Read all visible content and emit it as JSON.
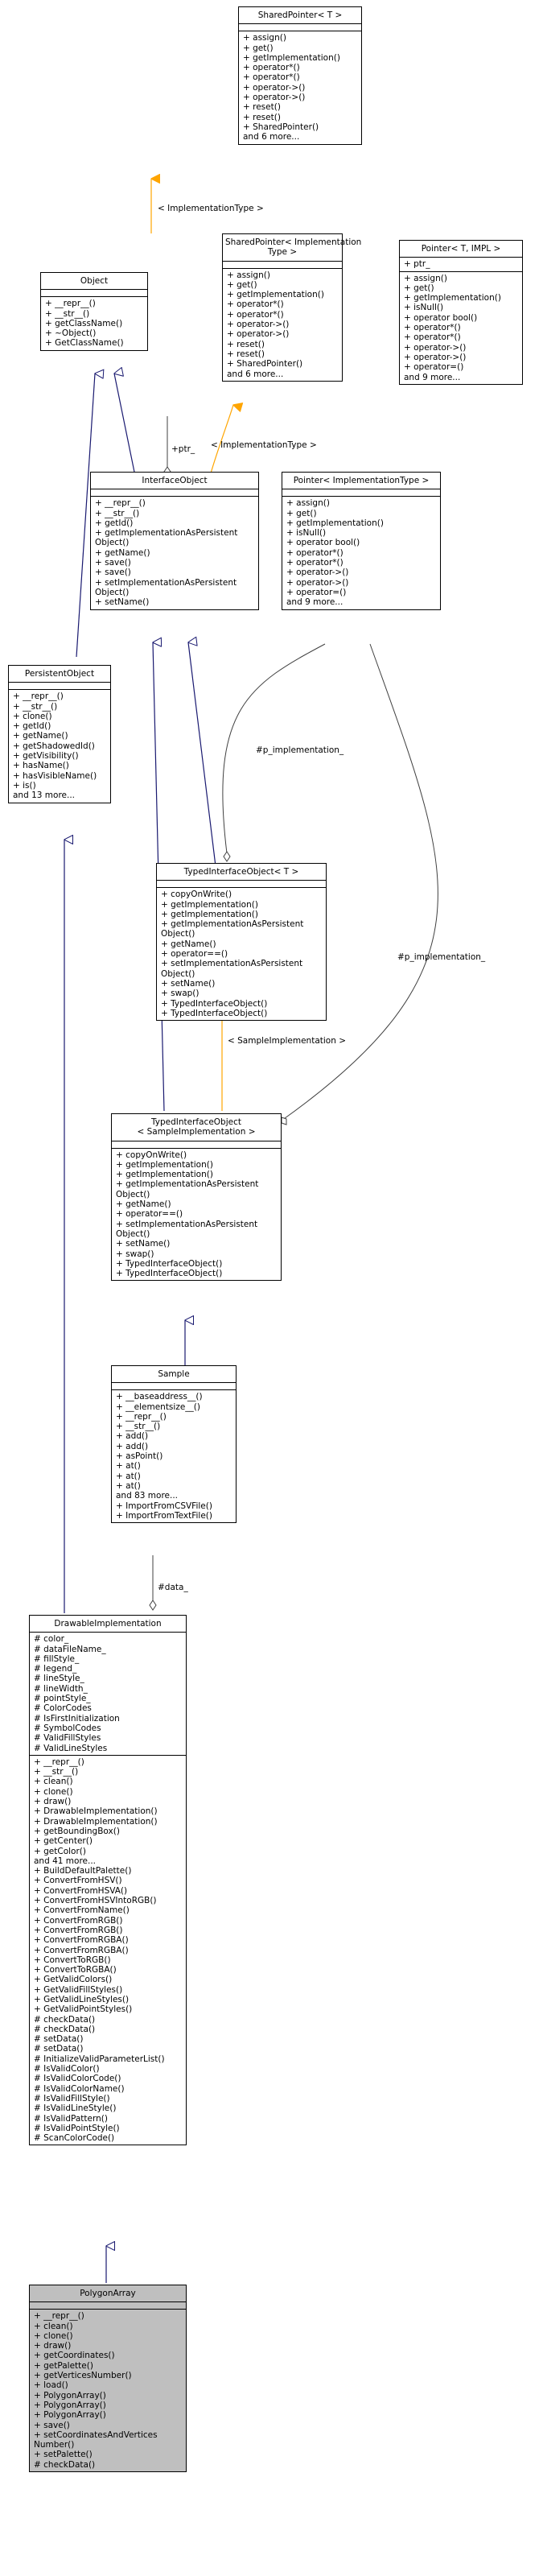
{
  "classes": {
    "shared_pointer_t": {
      "title": [
        "SharedPointer< T >"
      ],
      "attributes": [],
      "methods": [
        "+ assign()",
        "+ get()",
        "+ getImplementation()",
        "+ operator*()",
        "+ operator*()",
        "+ operator->()",
        "+ operator->()",
        "+ reset()",
        "+ reset()",
        "+ SharedPointer()",
        "and 6 more..."
      ]
    },
    "shared_pointer_impl": {
      "title": [
        "SharedPointer< Implementation",
        "Type >"
      ],
      "attributes": [],
      "methods": [
        "+ assign()",
        "+ get()",
        "+ getImplementation()",
        "+ operator*()",
        "+ operator*()",
        "+ operator->()",
        "+ operator->()",
        "+ reset()",
        "+ reset()",
        "+ SharedPointer()",
        "and 6 more..."
      ]
    },
    "pointer_t_impl": {
      "title": [
        "Pointer< T, IMPL >"
      ],
      "attributes": [
        "+ ptr_"
      ],
      "methods": [
        "+ assign()",
        "+ get()",
        "+ getImplementation()",
        "+ isNull()",
        "+ operator bool()",
        "+ operator*()",
        "+ operator*()",
        "+ operator->()",
        "+ operator->()",
        "+ operator=()",
        "and 9 more..."
      ]
    },
    "object": {
      "title": [
        "Object"
      ],
      "attributes": [],
      "methods": [
        "+ __repr__()",
        "+ __str__()",
        "+ getClassName()",
        "+ ~Object()",
        "+ GetClassName()"
      ]
    },
    "interface_object": {
      "title": [
        "InterfaceObject"
      ],
      "attributes": [],
      "methods": [
        "+ __repr__()",
        "+ __str__()",
        "+ getId()",
        "+ getImplementationAsPersistent Object()",
        "+ getName()",
        "+ save()",
        "+ save()",
        "+ setImplementationAsPersistent Object()",
        "+ setName()"
      ]
    },
    "pointer_impl_type": {
      "title": [
        "Pointer< ImplementationType >"
      ],
      "attributes": [],
      "methods": [
        "+ assign()",
        "+ get()",
        "+ getImplementation()",
        "+ isNull()",
        "+ operator bool()",
        "+ operator*()",
        "+ operator*()",
        "+ operator->()",
        "+ operator->()",
        "+ operator=()",
        "and 9 more..."
      ]
    },
    "persistent_object": {
      "title": [
        "PersistentObject"
      ],
      "attributes": [],
      "methods": [
        "+ __repr__()",
        "+ __str__()",
        "+ clone()",
        "+ getId()",
        "+ getName()",
        "+ getShadowedId()",
        "+ getVisibility()",
        "+ hasName()",
        "+ hasVisibleName()",
        "+ is()",
        "and 13 more..."
      ]
    },
    "typed_interface_object_t": {
      "title": [
        "TypedInterfaceObject< T >"
      ],
      "attributes": [],
      "methods": [
        "+ copyOnWrite()",
        "+ getImplementation()",
        "+ getImplementation()",
        "+ getImplementationAsPersistent Object()",
        "+ getName()",
        "+ operator==()",
        "+ setImplementationAsPersistent Object()",
        "+ setName()",
        "+ swap()",
        "+ TypedInterfaceObject()",
        "+ TypedInterfaceObject()"
      ]
    },
    "typed_interface_object_sample": {
      "title": [
        "TypedInterfaceObject",
        "< SampleImplementation >"
      ],
      "attributes": [],
      "methods": [
        "+ copyOnWrite()",
        "+ getImplementation()",
        "+ getImplementation()",
        "+ getImplementationAsPersistent Object()",
        "+ getName()",
        "+ operator==()",
        "+ setImplementationAsPersistent Object()",
        "+ setName()",
        "+ swap()",
        "+ TypedInterfaceObject()",
        "+ TypedInterfaceObject()"
      ]
    },
    "sample": {
      "title": [
        "Sample"
      ],
      "attributes": [],
      "methods": [
        "+ __baseaddress__()",
        "+ __elementsize__()",
        "+ __repr__()",
        "+ __str__()",
        "+ add()",
        "+ add()",
        "+ asPoint()",
        "+ at()",
        "+ at()",
        "+ at()",
        "and 83 more...",
        "+ ImportFromCSVFile()",
        "+ ImportFromTextFile()"
      ]
    },
    "drawable_implementation": {
      "title": [
        "DrawableImplementation"
      ],
      "attributes": [
        "# color_",
        "# dataFileName_",
        "# fillStyle_",
        "# legend_",
        "# lineStyle_",
        "# lineWidth_",
        "# pointStyle_",
        "# ColorCodes",
        "# IsFirstInitialization",
        "# SymbolCodes",
        "# ValidFillStyles",
        "# ValidLineStyles"
      ],
      "methods": [
        "+ __repr__()",
        "+ __str__()",
        "+ clean()",
        "+ clone()",
        "+ draw()",
        "+ DrawableImplementation()",
        "+ DrawableImplementation()",
        "+ getBoundingBox()",
        "+ getCenter()",
        "+ getColor()",
        "and 41 more...",
        "+ BuildDefaultPalette()",
        "+ ConvertFromHSV()",
        "+ ConvertFromHSVA()",
        "+ ConvertFromHSVIntoRGB()",
        "+ ConvertFromName()",
        "+ ConvertFromRGB()",
        "+ ConvertFromRGB()",
        "+ ConvertFromRGBA()",
        "+ ConvertFromRGBA()",
        "+ ConvertToRGB()",
        "+ ConvertToRGBA()",
        "+ GetValidColors()",
        "+ GetValidFillStyles()",
        "+ GetValidLineStyles()",
        "+ GetValidPointStyles()",
        "# checkData()",
        "# checkData()",
        "# setData()",
        "# setData()",
        "# InitializeValidParameterList()",
        "# IsValidColor()",
        "# IsValidColorCode()",
        "# IsValidColorName()",
        "# IsValidFillStyle()",
        "# IsValidLineStyle()",
        "# IsValidPattern()",
        "# IsValidPointStyle()",
        "# ScanColorCode()"
      ]
    },
    "polygon_array": {
      "title": [
        "PolygonArray"
      ],
      "attributes": [],
      "methods": [
        "+ __repr__()",
        "+ clean()",
        "+ clone()",
        "+ draw()",
        "+ getCoordinates()",
        "+ getPalette()",
        "+ getVerticesNumber()",
        "+ load()",
        "+ PolygonArray()",
        "+ PolygonArray()",
        "+ PolygonArray()",
        "+ save()",
        "+ setCoordinatesAndVertices Number()",
        "+ setPalette()",
        "# checkData()"
      ]
    }
  },
  "edge_labels": {
    "implementation_type": "< ImplementationType >",
    "ptr": "+ptr_",
    "implementation_type2": "< ImplementationType >",
    "p_implementation_1": "#p_implementation_",
    "p_implementation_2": "#p_implementation_",
    "sample_implementation": "< SampleImplementation >",
    "data": "#data_"
  },
  "colors": {
    "inheritance": "#191970",
    "template": "#ffa500",
    "usage": "#404040",
    "highlight_box": "#bfbfbf"
  }
}
